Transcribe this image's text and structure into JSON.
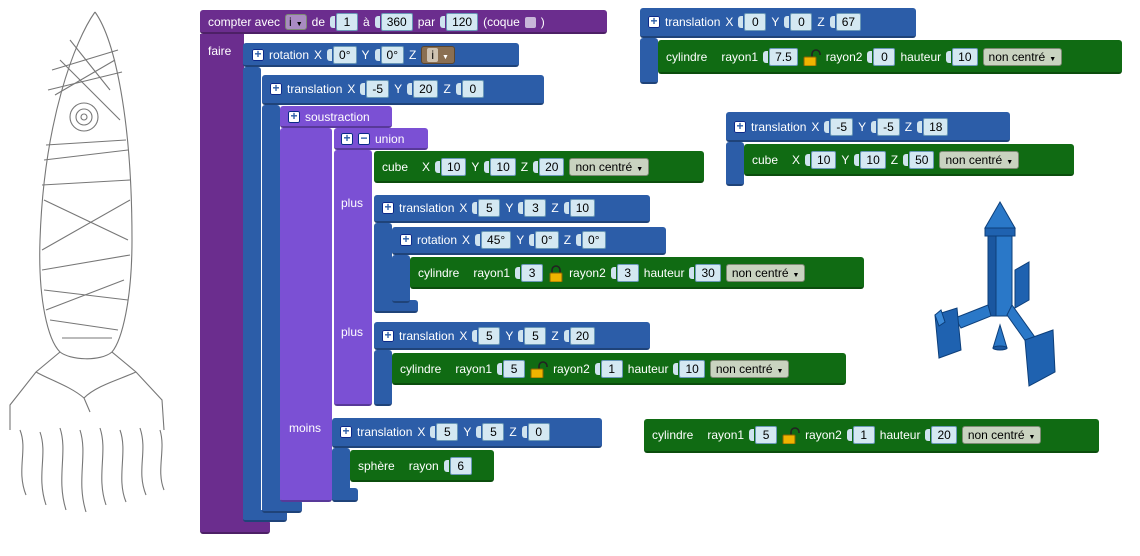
{
  "loop": {
    "label_count": "compter avec",
    "var": "i",
    "label_from": "de",
    "from": "1",
    "label_to": "à",
    "to": "360",
    "label_by": "par",
    "by": "120",
    "label_shell": "(coque",
    "label_close": ")",
    "label_do": "faire"
  },
  "rotation1": {
    "label": "rotation",
    "x_label": "X",
    "x": "0°",
    "y_label": "Y",
    "y": "0°",
    "z_label": "Z",
    "z": "i"
  },
  "translation1": {
    "label": "translation",
    "x_label": "X",
    "x": "-5",
    "y_label": "Y",
    "y": "20",
    "z_label": "Z",
    "z": "0"
  },
  "soustraction": {
    "label": "soustraction",
    "minus_label": "moins"
  },
  "union": {
    "label": "union",
    "plus1_label": "plus",
    "plus2_label": "plus"
  },
  "cube1": {
    "label": "cube",
    "x_label": "X",
    "x": "10",
    "y_label": "Y",
    "y": "10",
    "z_label": "Z",
    "z": "20",
    "mode": "non centré"
  },
  "translation2": {
    "label": "translation",
    "x_label": "X",
    "x": "5",
    "y_label": "Y",
    "y": "3",
    "z_label": "Z",
    "z": "10"
  },
  "rotation2": {
    "label": "rotation",
    "x_label": "X",
    "x": "45°",
    "y_label": "Y",
    "y": "0°",
    "z_label": "Z",
    "z": "0°"
  },
  "cyl1": {
    "label": "cylindre",
    "r1_label": "rayon1",
    "r1": "3",
    "r2_label": "rayon2",
    "r2": "3",
    "h_label": "hauteur",
    "h": "30",
    "mode": "non centré"
  },
  "translation3": {
    "label": "translation",
    "x_label": "X",
    "x": "5",
    "y_label": "Y",
    "y": "5",
    "z_label": "Z",
    "z": "20"
  },
  "cyl2": {
    "label": "cylindre",
    "r1_label": "rayon1",
    "r1": "5",
    "r2_label": "rayon2",
    "r2": "1",
    "h_label": "hauteur",
    "h": "10",
    "mode": "non centré"
  },
  "translation4": {
    "label": "translation",
    "x_label": "X",
    "x": "5",
    "y_label": "Y",
    "y": "5",
    "z_label": "Z",
    "z": "0"
  },
  "sphere": {
    "label": "sphère",
    "r_label": "rayon",
    "r": "6"
  },
  "translation5": {
    "label": "translation",
    "x_label": "X",
    "x": "0",
    "y_label": "Y",
    "y": "0",
    "z_label": "Z",
    "z": "67"
  },
  "cyl3": {
    "label": "cylindre",
    "r1_label": "rayon1",
    "r1": "7.5",
    "r2_label": "rayon2",
    "r2": "0",
    "h_label": "hauteur",
    "h": "10",
    "mode": "non centré"
  },
  "translation6": {
    "label": "translation",
    "x_label": "X",
    "x": "-5",
    "y_label": "Y",
    "y": "-5",
    "z_label": "Z",
    "z": "18"
  },
  "cube2": {
    "label": "cube",
    "x_label": "X",
    "x": "10",
    "y_label": "Y",
    "y": "10",
    "z_label": "Z",
    "z": "50",
    "mode": "non centré"
  },
  "cyl4": {
    "label": "cylindre",
    "r1_label": "rayon1",
    "r1": "5",
    "r2_label": "rayon2",
    "r2": "1",
    "h_label": "hauteur",
    "h": "20",
    "mode": "non centré"
  },
  "colors": {
    "loop": "#6b2d8e",
    "set_op": "#7b50d4",
    "transform": "#2c5da8",
    "primitive": "#106b13",
    "model": "#1f62b0"
  }
}
